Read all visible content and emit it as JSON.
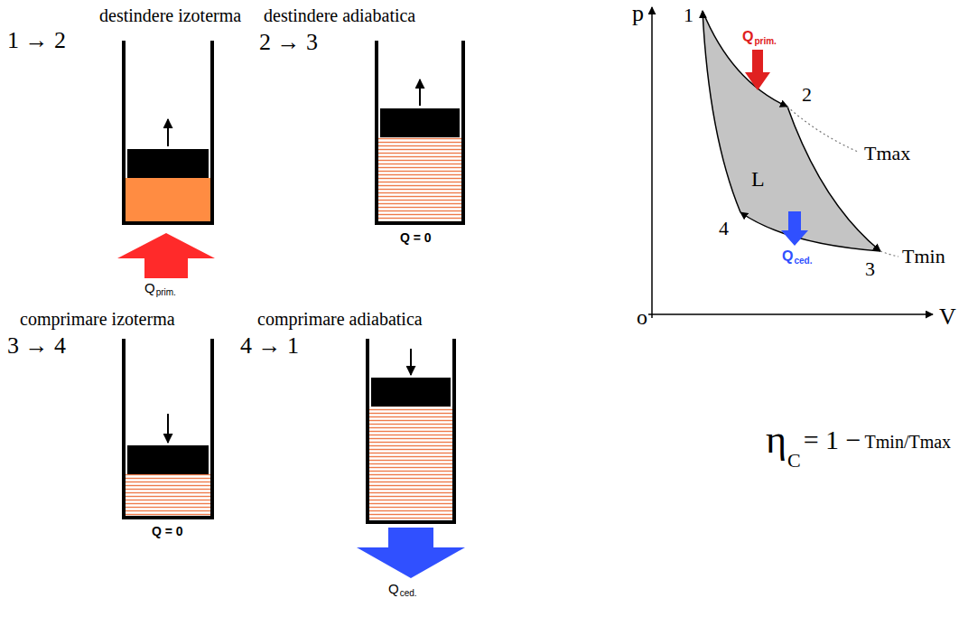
{
  "diagram": {
    "labels": [
      "destindere izoterma",
      "destindere adiabatica",
      "1 → 2",
      "2 → 3",
      "Q",
      "prim.",
      "Q = 0",
      "comprimare izoterma",
      "comprimare adiabatica",
      "3 → 4",
      "4 → 1",
      "Q = 0",
      "Q",
      "ced.",
      "p",
      "1",
      "Q",
      "prim.",
      "2",
      "L",
      "Tmax",
      "4",
      "Q",
      "ced.",
      "3",
      "Tmin",
      "o",
      "V",
      "η",
      "C",
      "= 1 −",
      "Tmin/Tmax"
    ]
  }
}
